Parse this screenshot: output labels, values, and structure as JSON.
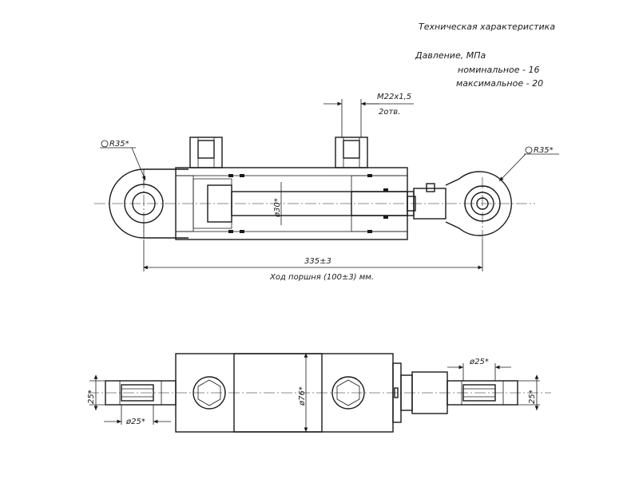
{
  "spec": {
    "title": "Техническая характеристика",
    "pressure_label": "Давление, МПа",
    "nominal": "номинальное  -  16",
    "maximal": "максимальное - 20"
  },
  "dimensions": {
    "port_thread": "М22х1,5",
    "port_count": "2отв.",
    "left_radius": "R35*",
    "right_radius": "R35*",
    "rod_diameter": "ø30*",
    "total_length": "335±3",
    "stroke": "Ход поршня (100±3) мм.",
    "barrel_diameter": "ø76*",
    "left_pin_diameter": "ø25*",
    "right_pin_diameter": "ø25*",
    "left_width": "25*",
    "right_width": "25*"
  }
}
